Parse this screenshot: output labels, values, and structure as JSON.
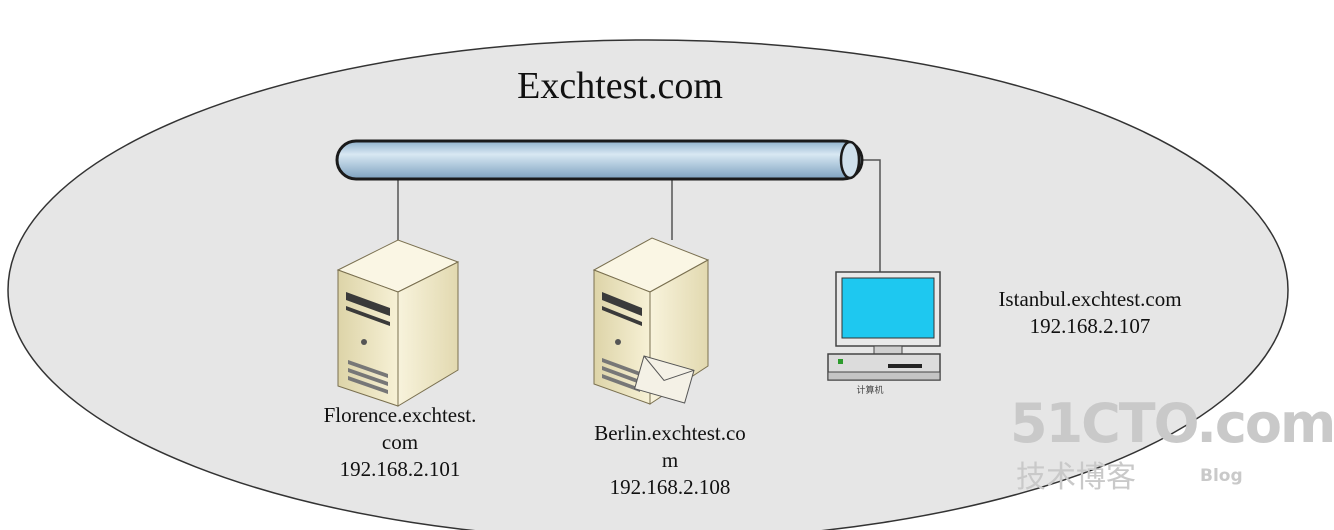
{
  "title": "Exchtest.com",
  "nodes": {
    "florence": {
      "line1": "Florence.exchtest.",
      "line2": "com",
      "ip": "192.168.2.101"
    },
    "berlin": {
      "line1": "Berlin.exchtest.co",
      "line2": "m",
      "ip": "192.168.2.108"
    },
    "istanbul": {
      "line1": "Istanbul.exchtest.com",
      "ip": "192.168.2.107",
      "caption": "计算机"
    }
  },
  "watermark": {
    "main": "51CTO.com",
    "sub": "技术博客",
    "blog": "Blog"
  },
  "colors": {
    "domain_fill": "#e6e6e6",
    "bus_fill": "#a9c6dc",
    "monitor_screen": "#1ec8f0",
    "server_body": "#efe7c2",
    "watermark": "#c9c9c9"
  },
  "icons": [
    "server-icon",
    "server-mail-icon",
    "computer-icon",
    "network-bus-icon",
    "envelope-icon"
  ]
}
